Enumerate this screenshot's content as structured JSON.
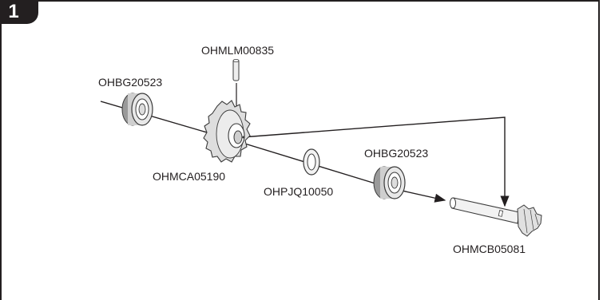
{
  "step": {
    "number": "1"
  },
  "parts": {
    "pin": {
      "code": "OHMLM00835"
    },
    "bearing_left": {
      "code": "OHBG20523"
    },
    "gear": {
      "code": "OHMCA05190"
    },
    "washer": {
      "code": "OHPJQ10050"
    },
    "bearing_right": {
      "code": "OHBG20523"
    },
    "pinion_shaft": {
      "code": "OHMCB05081"
    }
  },
  "colors": {
    "line": "#231f20",
    "part_stroke": "#3a3a3a",
    "part_fill": "#e6e6e6",
    "part_shadow": "#9a9a9a"
  }
}
